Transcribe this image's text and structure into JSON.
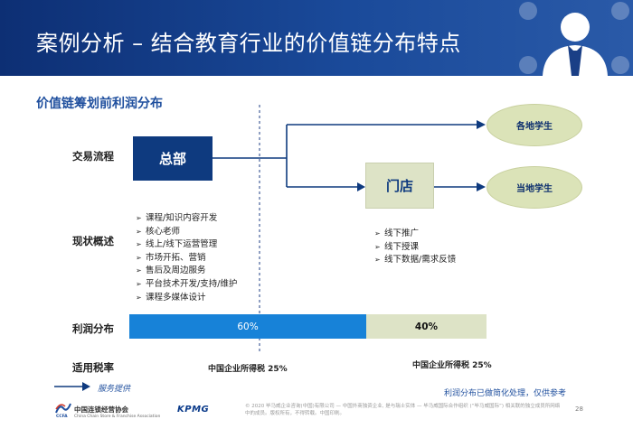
{
  "header": {
    "title": "案例分析 – 结合教育行业的价值链分布特点"
  },
  "subtitle": "价值链筹划前利润分布",
  "row_labels": {
    "flow": "交易流程",
    "overview": "现状概述",
    "profit": "利润分布",
    "tax": "适用税率"
  },
  "flow": {
    "hq": "总部",
    "store": "门店",
    "targets": [
      "各地学生",
      "当地学生"
    ]
  },
  "hq_bullets": [
    "课程/知识内容开发",
    "核心老师",
    "线上/线下运营管理",
    "市场开拓、营销",
    "售后及周边服务",
    "平台技术开发/支持/维护",
    "课程多媒体设计"
  ],
  "store_bullets": [
    "线下推广",
    "线下授课",
    "线下数据/需求反馈"
  ],
  "profit": {
    "hq_share": "60%",
    "store_share": "40%"
  },
  "tax": {
    "hq": "中国企业所得税   25%",
    "store": "中国企业所得税   25%"
  },
  "note": "利润分布已做简化处理，仅供参考",
  "legend": {
    "service": "服务提供"
  },
  "footer": {
    "copyright": "© 2020 毕马威企业咨询(中国)有限公司 — 中国外商独资企业, 是与瑞士实体 — 毕马威国际合作组织 (“毕马威国际”) 相关联的独立成员所网络中的成员。版权所有，不得转载。中国印刷。",
    "page": "28",
    "org_cn": "中国连锁经营协会",
    "org_en": "China Chain Store & Franchise Association",
    "org_abbr": "CCFA",
    "kpmg": "KPMG"
  },
  "colors": {
    "header": "#0d2f74",
    "hq_box": "#0e3a7f",
    "store_box": "#dde3c6",
    "bar_hq": "#1782d8",
    "accent_text": "#1f4f9e"
  }
}
